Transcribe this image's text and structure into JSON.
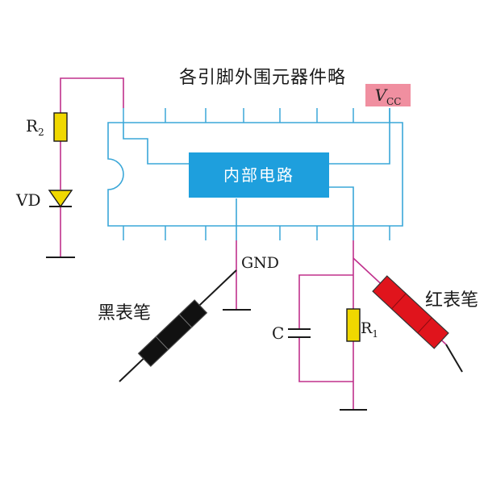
{
  "title": "各引脚外围元器件略",
  "vcc": {
    "main": "V",
    "sub": "CC"
  },
  "chip_label": "内部电路",
  "r2": {
    "main": "R",
    "sub": "2"
  },
  "vd_label": "VD",
  "gnd_label": "GND",
  "c_label": "C",
  "r1": {
    "main": "R",
    "sub": "1"
  },
  "black_probe_label": "黑表笔",
  "red_probe_label": "红表笔",
  "colors": {
    "wire": "#c0308c",
    "ic_outline": "#3aa7d8",
    "chip_fill": "#1e9fdd",
    "resistor_fill": "#f0d800",
    "black_probe": "#111111",
    "red_probe": "#e0141c",
    "vcc_box": "#f08fa0"
  }
}
